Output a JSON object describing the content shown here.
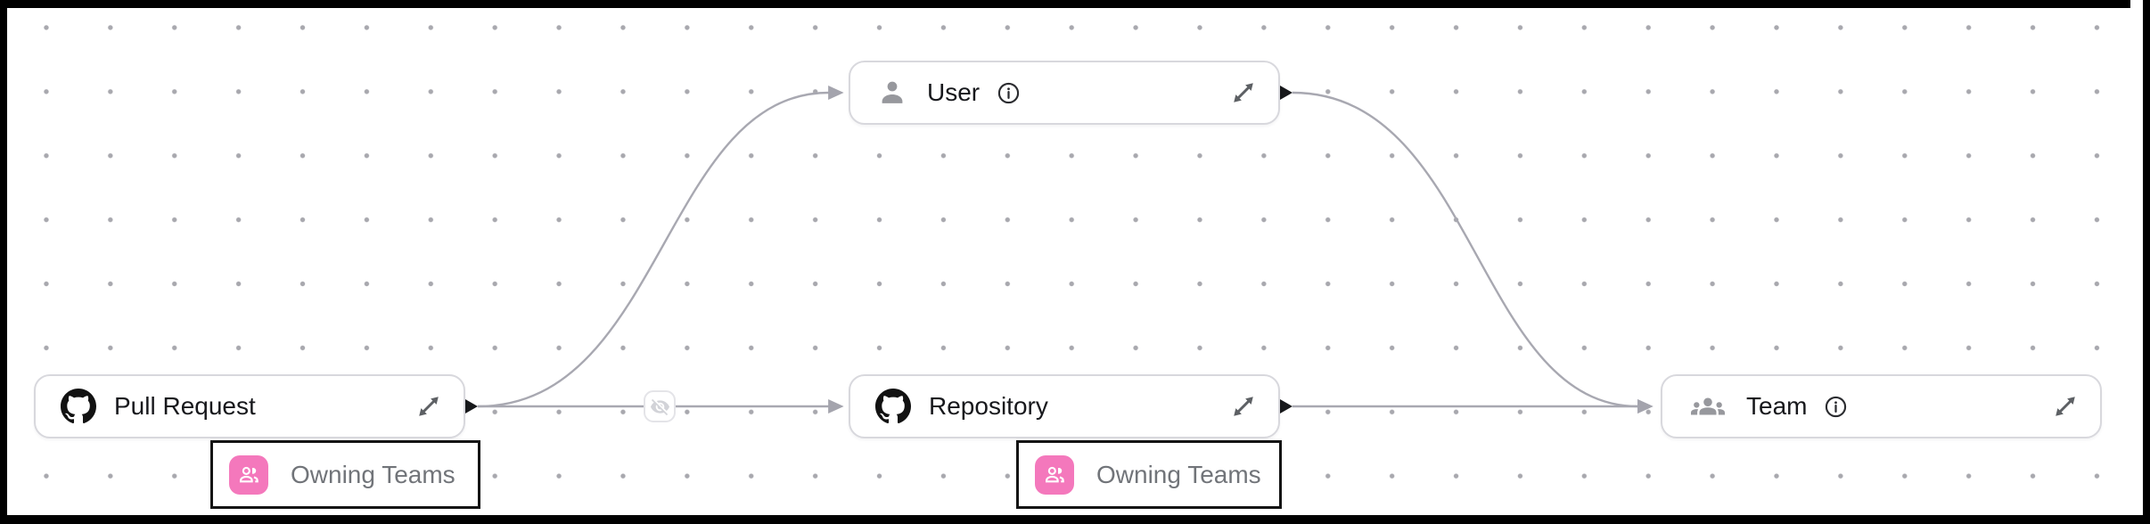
{
  "diagram": {
    "background_color": "#ffffff",
    "grid_dot_color": "#a8a8ae",
    "frame_color": "#000000",
    "edge_color": "#a8a8b1",
    "node_border_color": "#d8d8dd",
    "highlight_border_color": "#141414",
    "accent_pink": "#f478bc",
    "icon_gray": "#97989d"
  },
  "nodes": [
    {
      "id": "pull-request",
      "label": "Pull Request",
      "icon": "github-icon",
      "has_info": false
    },
    {
      "id": "user",
      "label": "User",
      "icon": "user-icon",
      "has_info": true
    },
    {
      "id": "repository",
      "label": "Repository",
      "icon": "github-icon",
      "has_info": false
    },
    {
      "id": "team",
      "label": "Team",
      "icon": "team-icon",
      "has_info": true
    }
  ],
  "badges": [
    {
      "label": "Owning Teams",
      "icon": "owning-teams-icon",
      "attached_to": "pull-request"
    },
    {
      "label": "Owning Teams",
      "icon": "owning-teams-icon",
      "attached_to": "repository"
    }
  ],
  "edges": [
    {
      "from": "pull-request",
      "to": "user"
    },
    {
      "from": "pull-request",
      "to": "repository",
      "icon": "eye-off-icon"
    },
    {
      "from": "user",
      "to": "team"
    },
    {
      "from": "repository",
      "to": "team"
    }
  ]
}
